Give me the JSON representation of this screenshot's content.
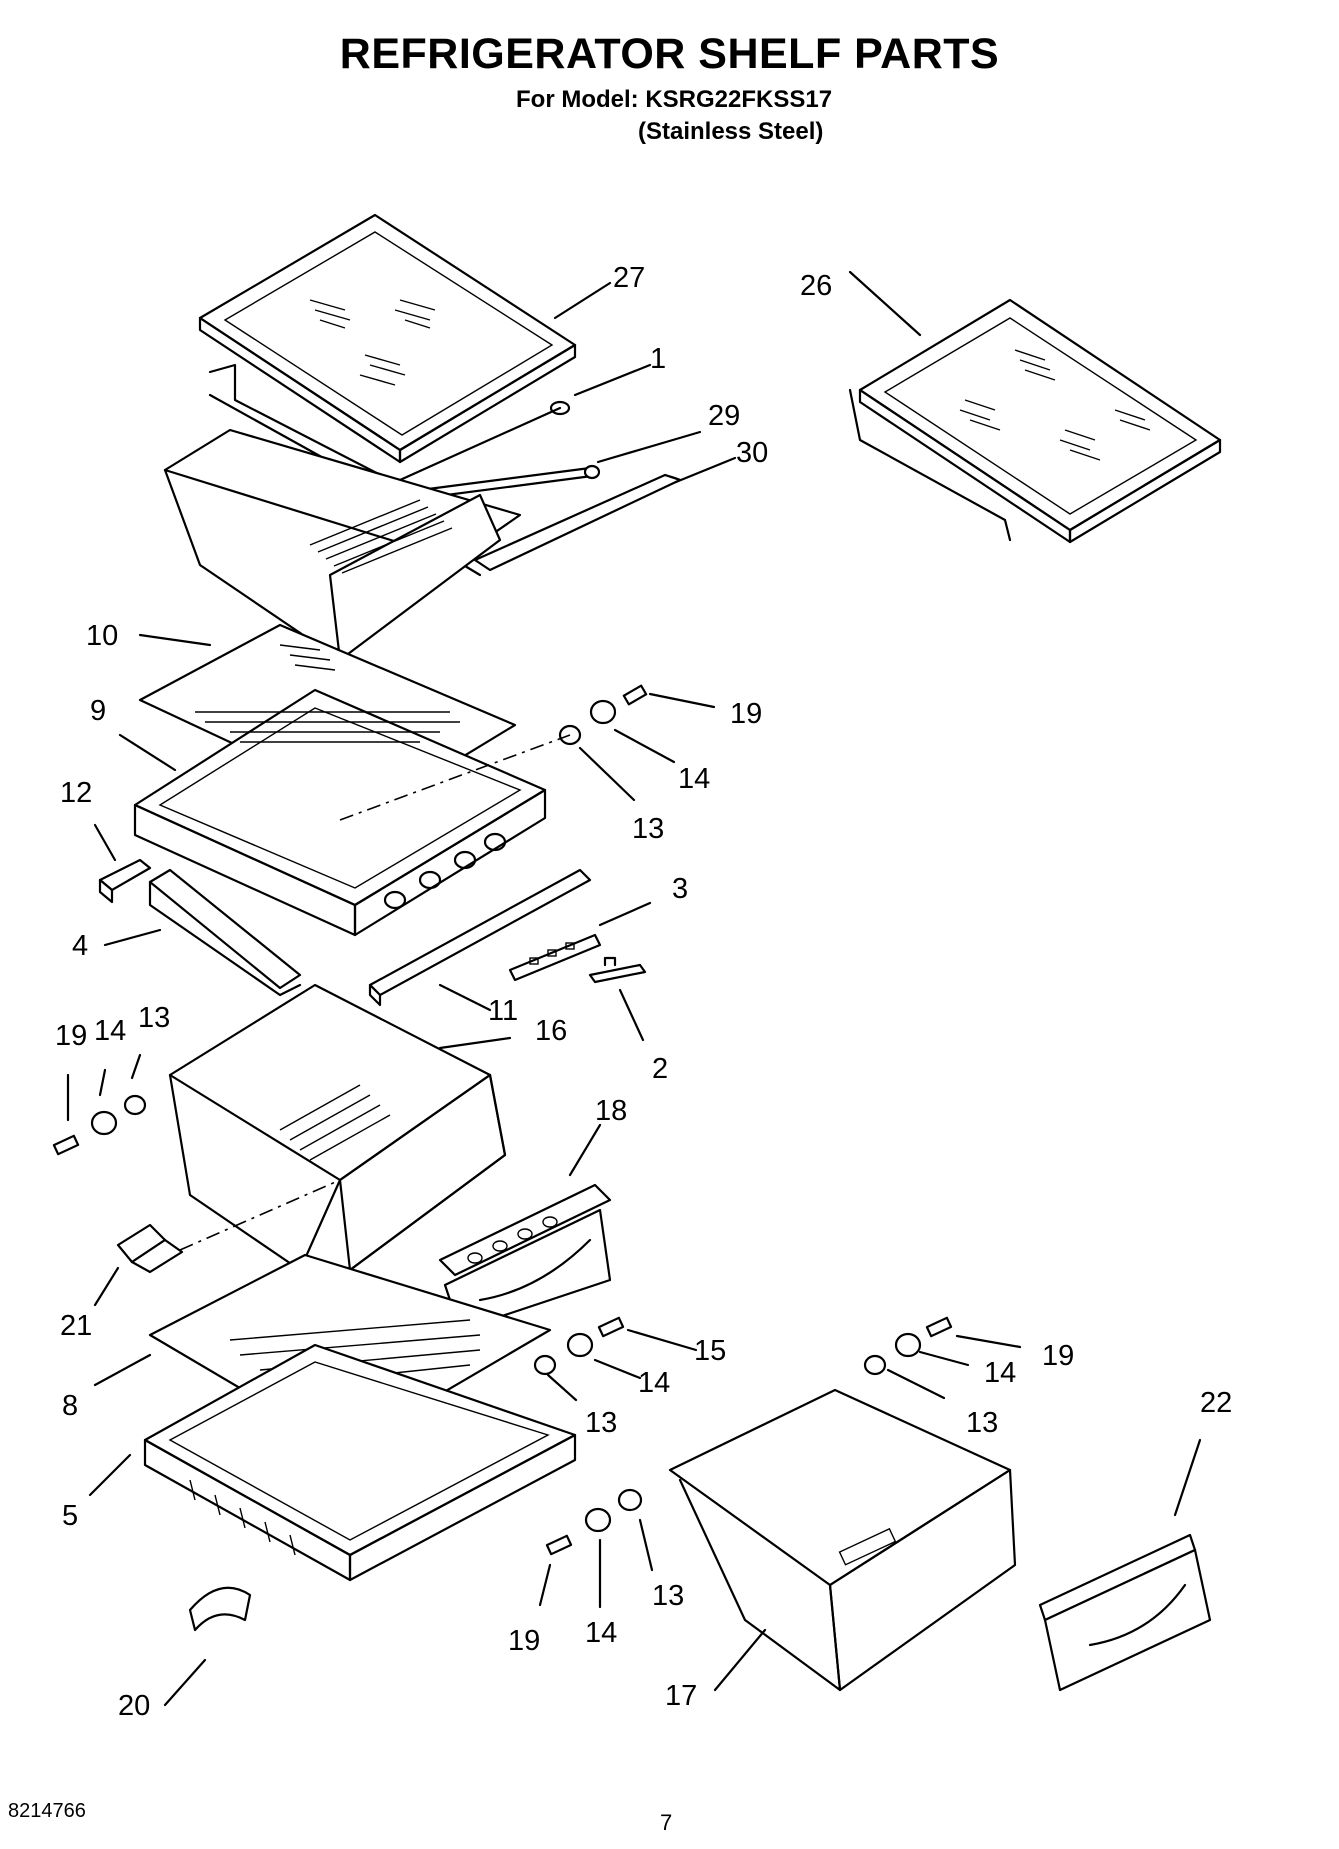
{
  "header": {
    "title": "REFRIGERATOR SHELF PARTS",
    "model_line": "For Model: KSRG22FKSS17",
    "finish_line": "(Stainless Steel)"
  },
  "callouts": {
    "c27": "27",
    "c26": "26",
    "c1": "1",
    "c29": "29",
    "c30": "30",
    "c10": "10",
    "c9": "9",
    "c19a": "19",
    "c14a": "14",
    "c13a": "13",
    "c12": "12",
    "c3": "3",
    "c4": "4",
    "c11": "11",
    "c16": "16",
    "c2": "2",
    "c19b": "19",
    "c14b": "14",
    "c13b": "13",
    "c18": "18",
    "c21": "21",
    "c15": "15",
    "c14c": "14",
    "c13c": "13",
    "c19c": "19",
    "c14d": "14",
    "c13d": "13",
    "c22": "22",
    "c8": "8",
    "c5": "5",
    "c19d": "19",
    "c14e": "14",
    "c13e": "13",
    "c20": "20",
    "c17": "17"
  },
  "footer": {
    "doc_number": "8214766",
    "page_number": "7"
  }
}
